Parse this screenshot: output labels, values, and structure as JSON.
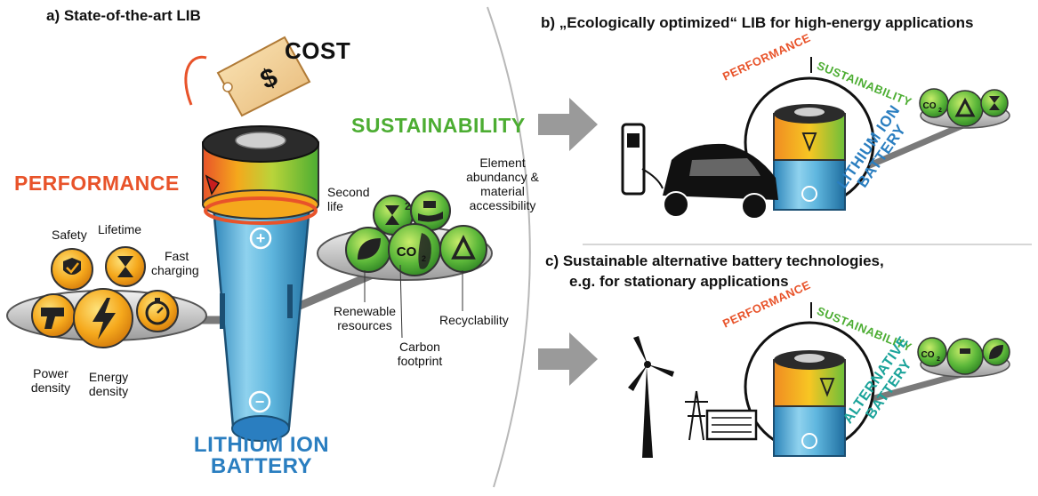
{
  "panel_a": {
    "title": "a) State-of-the-art LIB",
    "cost": "COST",
    "performance": "PERFORMANCE",
    "sustainability": "SUSTAINABILITY",
    "battery_line1": "LITHIUM ION",
    "battery_line2": "BATTERY",
    "perf_labels": {
      "safety": "Safety",
      "lifetime": "Lifetime",
      "fast": "Fast",
      "charging": "charging",
      "power1": "Power",
      "power2": "density",
      "energy1": "Energy",
      "energy2": "density"
    },
    "sust_labels": {
      "second1": "Second",
      "second2": "life",
      "element1": "Element",
      "element2": "abundancy &",
      "element3": "material",
      "element4": "accessibility",
      "renew1": "Renewable",
      "renew2": "resources",
      "carbon1": "Carbon",
      "carbon2": "footprint",
      "recyclability": "Recyclability"
    },
    "co2": "CO",
    "co2_sub": "2",
    "plus": "+",
    "minus": "−",
    "dollar": "$"
  },
  "panel_b": {
    "title": "b) „Ecologically optimized“ LIB for high-energy applications",
    "performance": "PERFORMANCE",
    "sustainability": "SUSTAINABILITY",
    "battery_line1": "LITHIUM ION",
    "battery_line2": "BATTERY",
    "co2": "CO",
    "co2_sub": "2"
  },
  "panel_c": {
    "title_line1": "c) Sustainable alternative battery technologies,",
    "title_line2": "e.g. for stationary applications",
    "performance": "PERFORMANCE",
    "sustainability": "SUSTAINABILITY",
    "battery_line1": "ALTERNATIVE",
    "battery_line2": "BATTERY",
    "co2": "CO",
    "co2_sub": "2"
  },
  "colors": {
    "performance": "#e8532a",
    "sustainability": "#4cad32",
    "battery_blue": "#2a7ec0",
    "alt_teal": "#1aa39a",
    "arrow_gray": "#9a9a9a",
    "gold": "#f5a81c",
    "green": "#5cb83a"
  },
  "icons": [
    "dollar-tag-icon",
    "shield-check-icon",
    "hourglass-icon",
    "stopwatch-icon",
    "drill-icon",
    "lightning-icon",
    "hourglass-second-life-icon",
    "hand-gold-icon",
    "leaf-icon",
    "footprint-co2-icon",
    "recycle-icon",
    "charging-station-icon",
    "car-icon",
    "wind-turbine-icon",
    "power-pylon-icon",
    "storage-container-icon"
  ]
}
